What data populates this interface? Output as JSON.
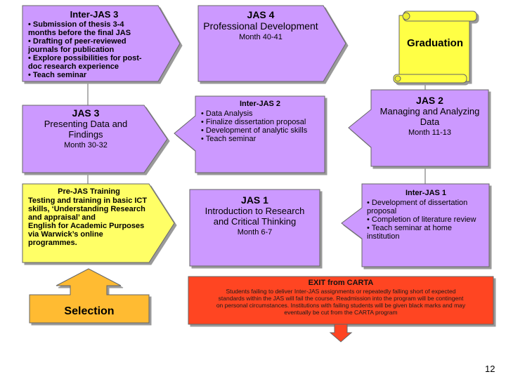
{
  "colors": {
    "purple": "#cc99ff",
    "yellow": "#ffff66",
    "red": "#ff4422",
    "orange": "#ffbb33",
    "outline": "#666666"
  },
  "inter_jas_3": {
    "title": "Inter-JAS 3",
    "lines": [
      "• Submission of thesis 3-4",
      "months before the final JAS",
      "• Drafting of peer-reviewed",
      "journals for publication",
      "• Explore possibilities for post-",
      "doc research experience",
      "• Teach seminar"
    ]
  },
  "jas_4": {
    "title": "JAS 4",
    "subtitle": "Professional Development",
    "month": "Month 40-41"
  },
  "graduation": {
    "label": "Graduation"
  },
  "jas_3": {
    "title": "JAS 3",
    "subtitle_lines": [
      "Presenting Data and",
      "Findings"
    ],
    "month": "Month 30-32"
  },
  "inter_jas_2": {
    "title": "Inter-JAS 2",
    "lines": [
      "• Data Analysis",
      "• Finalize dissertation proposal",
      "• Development of analytic skills",
      "• Teach seminar"
    ]
  },
  "jas_2": {
    "title": "JAS 2",
    "subtitle_lines": [
      "Managing and Analyzing",
      "Data"
    ],
    "month": "Month 11-13"
  },
  "pre_jas": {
    "title": "Pre-JAS Training",
    "lines": [
      "Testing and training in basic ICT",
      "skills, ‘Understanding Research",
      "and appraisal’ and",
      "English for Academic Purposes",
      "via Warwick’s online",
      "programmes."
    ]
  },
  "jas_1": {
    "title": "JAS 1",
    "subtitle_lines": [
      "Introduction to Research",
      "and Critical Thinking"
    ],
    "month": "Month 6-7"
  },
  "inter_jas_1": {
    "title": "Inter-JAS 1",
    "lines": [
      "• Development of dissertation",
      "proposal",
      "• Completion of literature review",
      "• Teach seminar at home",
      "institution"
    ]
  },
  "selection": {
    "label": "Selection"
  },
  "exit": {
    "title": "EXIT from CARTA",
    "lines": [
      "Students failing to deliver Inter-JAS assignments or repeatedly falling short of expected",
      "standards within the JAS will fail the course. Readmission into the program will be contingent",
      "on personal circumstances. Institutions with failing students will be given black marks and may",
      "eventually be cut from the CARTA program"
    ]
  },
  "page_number": "12"
}
